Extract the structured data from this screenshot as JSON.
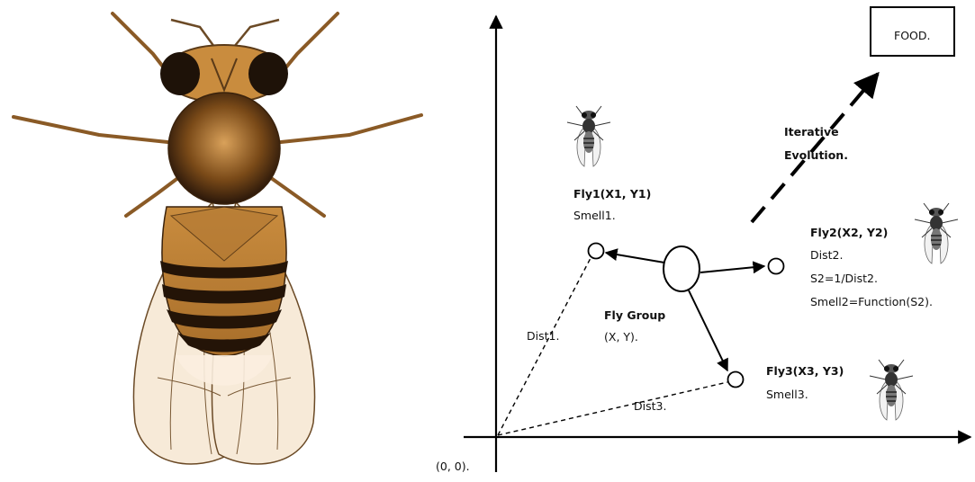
{
  "diagram": {
    "food_label": "FOOD.",
    "iterative_label": "Iterative",
    "evolution_label": "Evolution.",
    "fly1": {
      "coord": "Fly1(X1, Y1)",
      "smell": "Smell1."
    },
    "fly2": {
      "coord": "Fly2(X2, Y2)",
      "dist": "Dist2.",
      "formula": "S2=1/Dist2.",
      "smell": "Smell2=Function(S2)."
    },
    "fly3": {
      "coord": "Fly3(X3, Y3)",
      "smell": "Smell3."
    },
    "group": {
      "label": "Fly Group",
      "coord": "(X, Y)."
    },
    "dist1_label": "Dist1.",
    "dist3_label": "Dist3.",
    "origin_label": "(0, 0)."
  },
  "colors": {
    "fly_body": "#b87a2e",
    "fly_dark": "#1e1208",
    "fly_wing": "#f7ead8",
    "line": "#000000"
  }
}
